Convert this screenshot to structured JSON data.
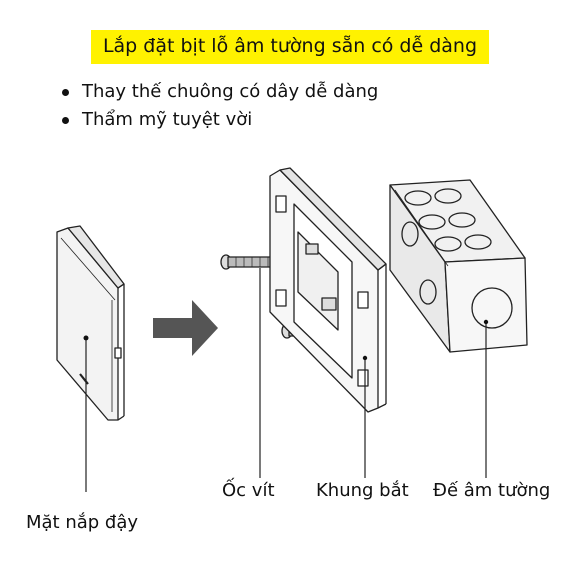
{
  "title": "Lắp đặt bịt lỗ âm tường sẵn có dễ dàng",
  "highlight_color": "#FFF200",
  "bullets": [
    "Thay thế chuông có dây dễ dàng",
    "Thẩm mỹ tuyệt vời"
  ],
  "labels": {
    "cover": "Mặt nắp đậy",
    "screws": "Ốc vít",
    "frame": "Khung bắt",
    "box": "Đế âm tường"
  },
  "arrow_color": "#555555",
  "icons": [
    "cover-plate",
    "arrow-right",
    "screws",
    "mounting-frame",
    "wall-box"
  ]
}
